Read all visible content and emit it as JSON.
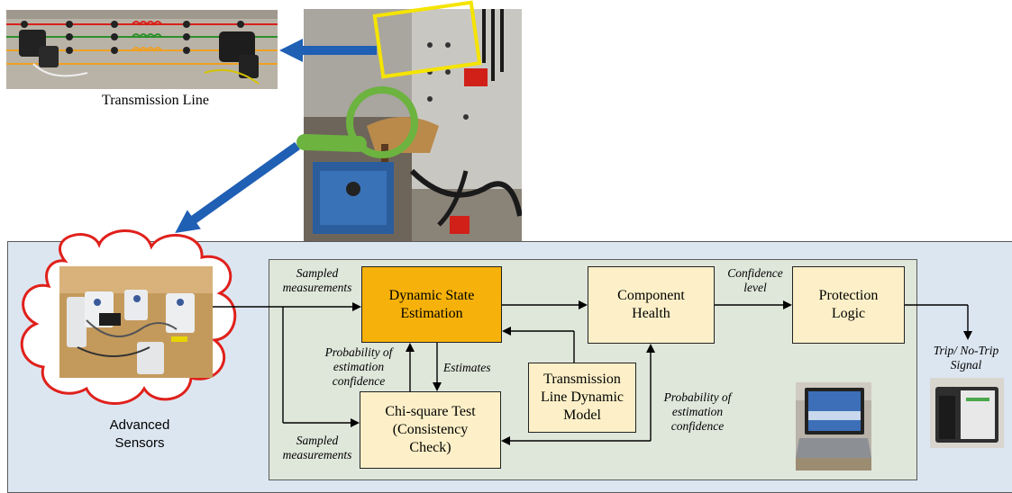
{
  "captions": {
    "transmission_line": "Transmission Line",
    "advanced_sensors": "Advanced\nSensors"
  },
  "blocks": {
    "dynamic_state_estimation": "Dynamic State\nEstimation",
    "component_health": "Component\nHealth",
    "protection_logic": "Protection\nLogic",
    "chi_square_test": "Chi-square Test\n(Consistency\nCheck)",
    "transmission_line_model": "Transmission\nLine Dynamic\nModel"
  },
  "labels": {
    "sampled_measurements_top": "Sampled\nmeasurements",
    "sampled_measurements_bottom": "Sampled\nmeasurements",
    "confidence_level": "Confidence\nlevel",
    "probability_left": "Probability of\nestimation\nconfidence",
    "estimates": "Estimates",
    "probability_right": "Probability of\nestimation\nconfidence",
    "trip_signal": "Trip/ No-Trip\nSignal"
  },
  "colors": {
    "system_panel": "#dce6f1",
    "process_panel": "#dfe6da",
    "dse_block": "#f6b20a",
    "other_blocks": "#fdf0c8",
    "blue_arrow": "#1f5fb4",
    "cloud_outline": "#e0201b",
    "magnifier": "#6cb33f",
    "highlight_box": "#f5e400"
  }
}
